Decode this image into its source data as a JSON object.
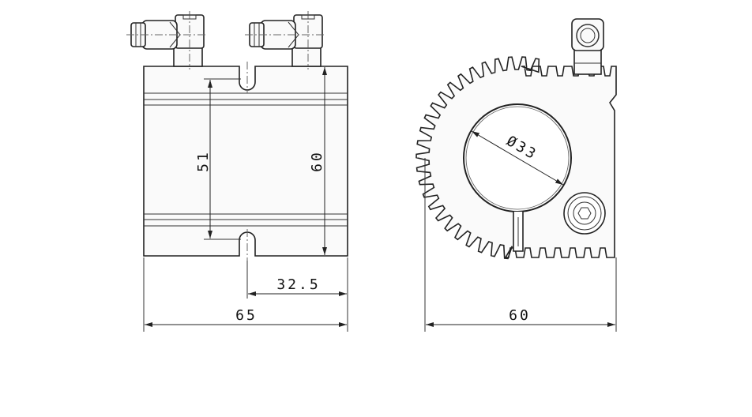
{
  "colors": {
    "line": "#222222",
    "background": "#ffffff",
    "fill": "#fafafa"
  },
  "side_view": {
    "dim_inner_height": "51",
    "dim_outer_height": "60",
    "dim_half_width": "32.5",
    "dim_total_width": "65"
  },
  "front_view": {
    "dim_bore": "Ø33",
    "dim_total_width": "60"
  }
}
